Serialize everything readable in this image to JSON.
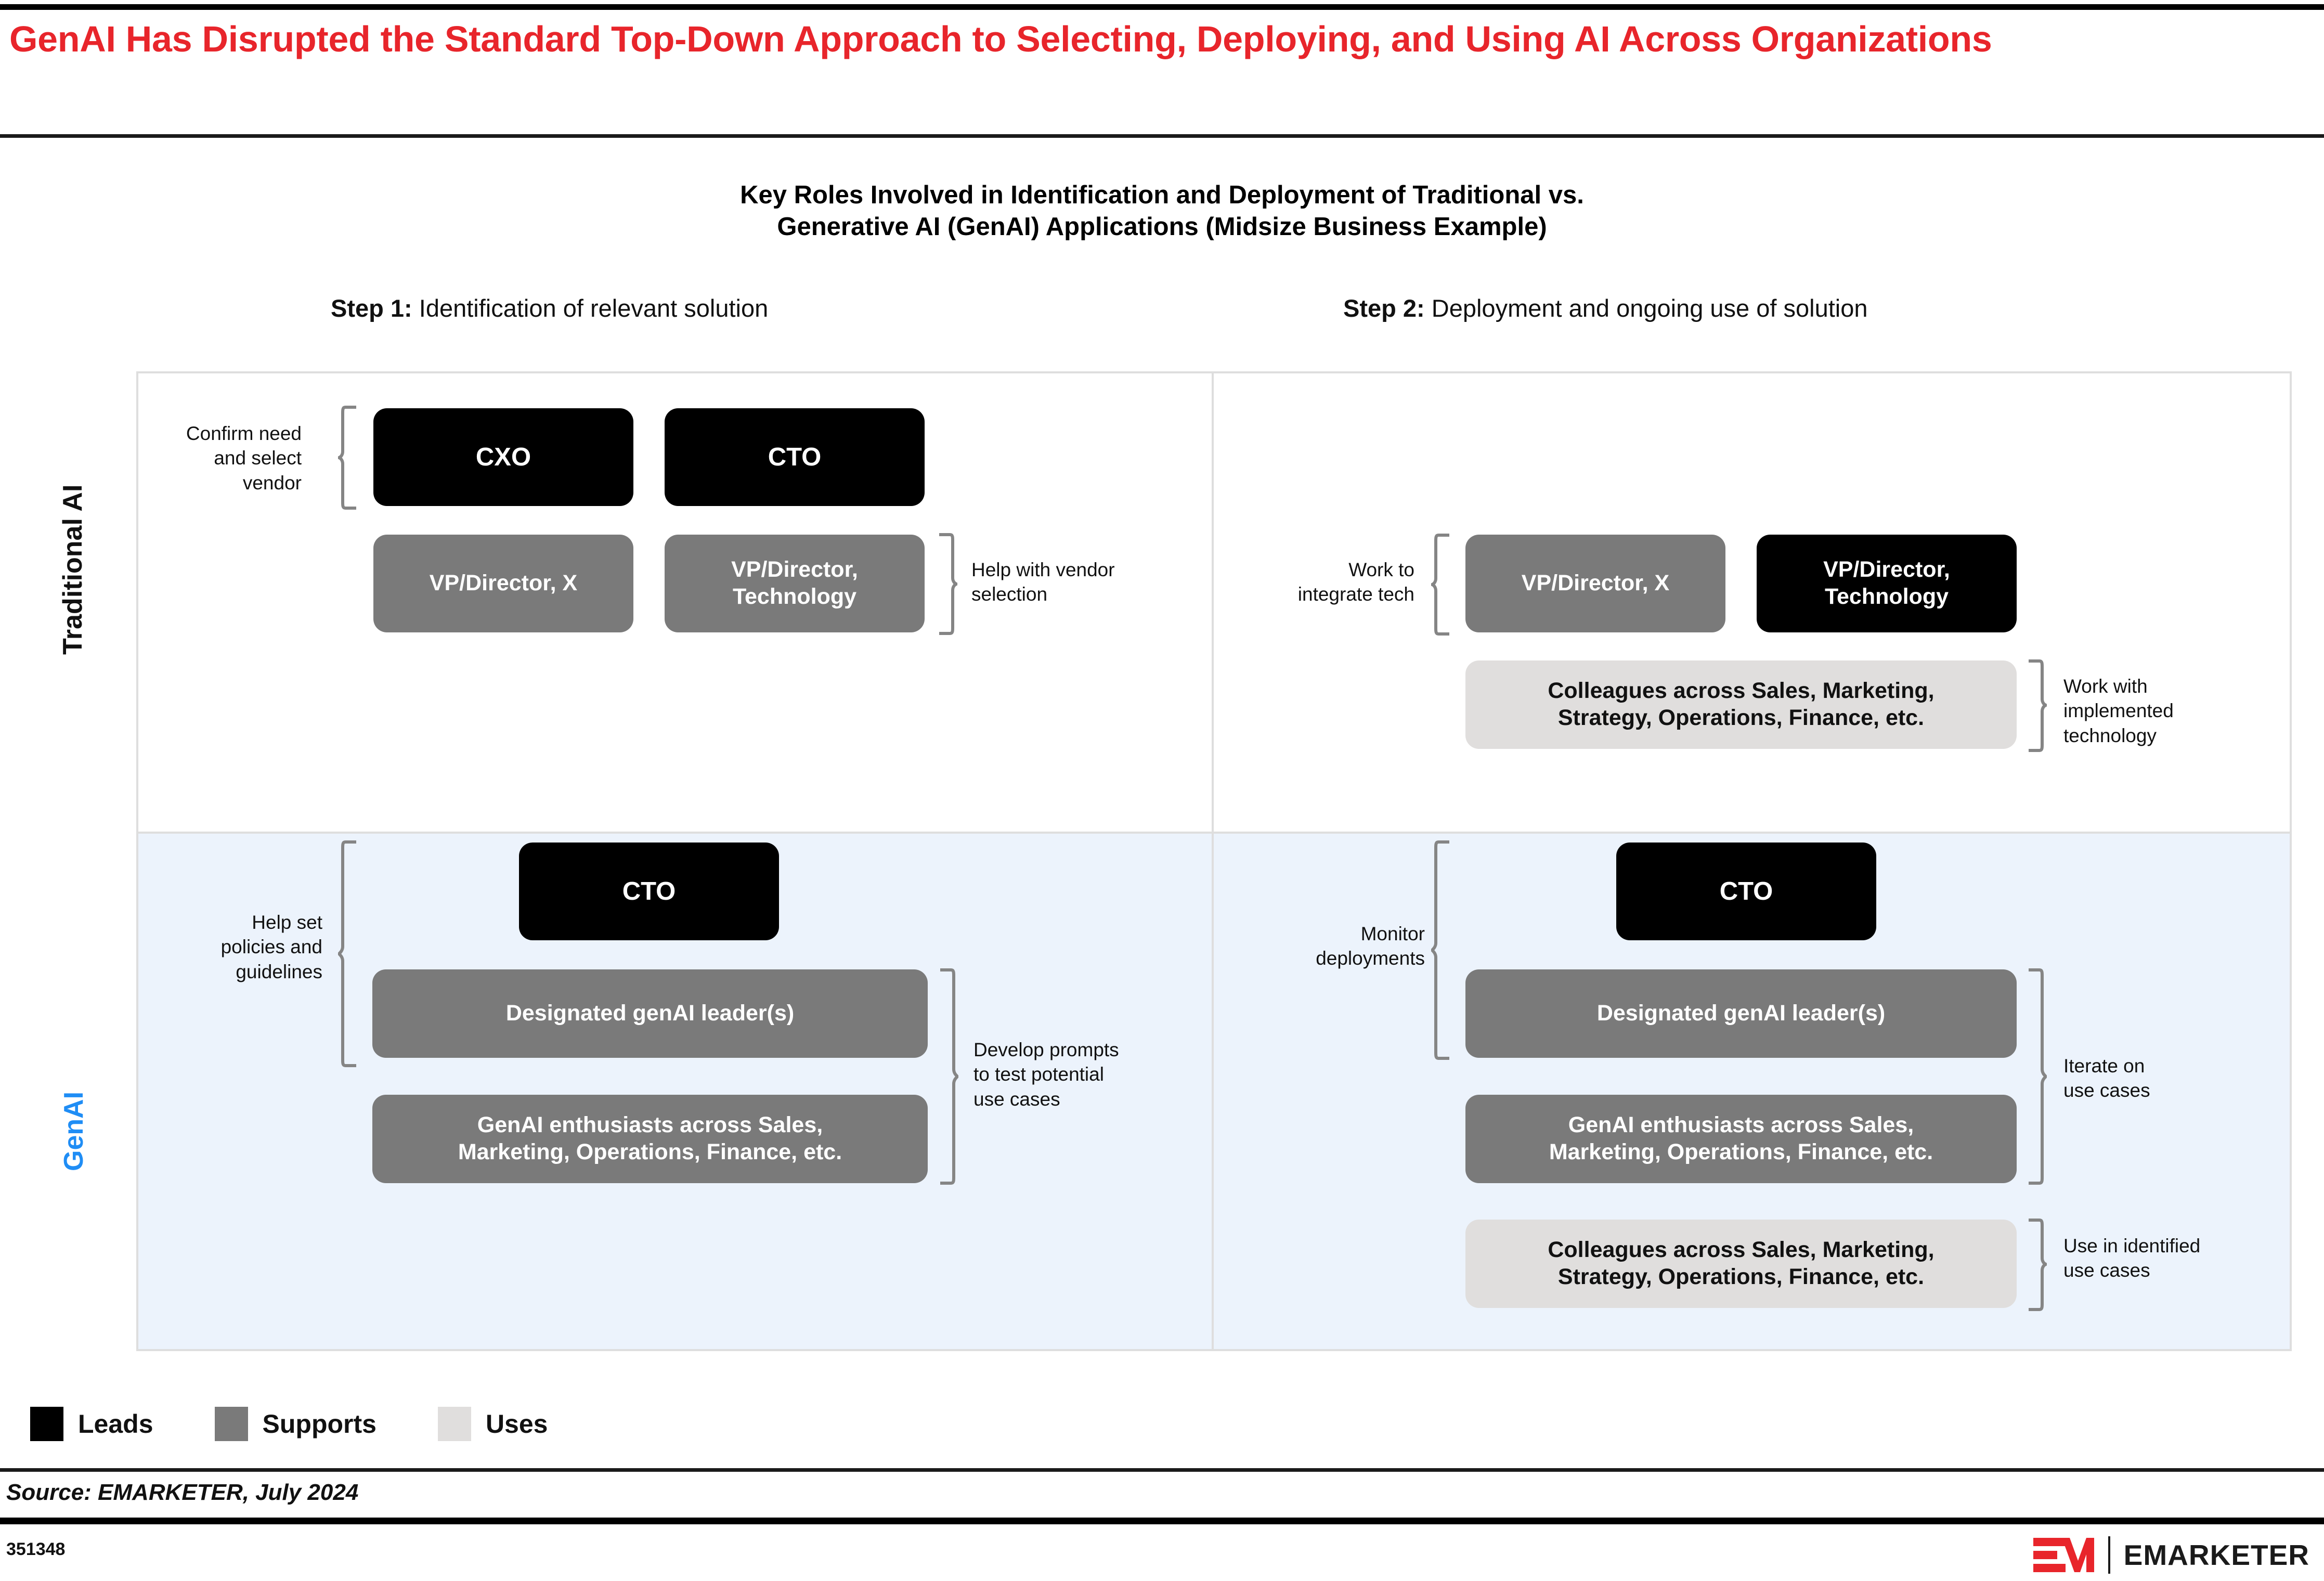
{
  "title": "GenAI Has Disrupted the Standard Top-Down Approach to Selecting, Deploying, and Using AI Across Organizations",
  "subtitle": {
    "line1": "Key Roles Involved in Identification and Deployment of Traditional vs.",
    "line2": "Generative AI (GenAI) Applications (Midsize Business Example)"
  },
  "steps": {
    "step1": {
      "label": "Step 1:",
      "text": " Identification of relevant solution"
    },
    "step2": {
      "label": "Step 2:",
      "text": " Deployment and ongoing use of solution"
    }
  },
  "row_labels": {
    "traditional": "Traditional AI",
    "genai": "GenAI"
  },
  "quadrants": {
    "traditional_step1": {
      "left_caption": "Confirm need\nand select\nvendor",
      "right_caption": "Help with vendor\nselection",
      "boxes": [
        {
          "label": "CXO",
          "role": "lead"
        },
        {
          "label": "CTO",
          "role": "lead"
        },
        {
          "label": "VP/Director, X",
          "role": "support"
        },
        {
          "label": "VP/Director,\nTechnology",
          "role": "support"
        }
      ]
    },
    "traditional_step2": {
      "left_caption": "Work to\nintegrate tech",
      "right_caption_1": "Work with\nimplemented\ntechnology",
      "boxes": [
        {
          "label": "VP/Director, X",
          "role": "support"
        },
        {
          "label": "VP/Director,\nTechnology",
          "role": "lead"
        },
        {
          "label": "Colleagues across Sales, Marketing,\nStrategy, Operations, Finance, etc.",
          "role": "uses"
        }
      ]
    },
    "genai_step1": {
      "left_caption": "Help set\npolicies and\nguidelines",
      "right_caption": "Develop prompts\nto test potential\nuse cases",
      "boxes": [
        {
          "label": "CTO",
          "role": "lead"
        },
        {
          "label": "Designated genAI leader(s)",
          "role": "support"
        },
        {
          "label": "GenAI enthusiasts across Sales,\nMarketing, Operations, Finance, etc.",
          "role": "support"
        }
      ]
    },
    "genai_step2": {
      "left_caption": "Monitor\ndeployments",
      "right_caption_1": "Iterate on\nuse cases",
      "right_caption_2": "Use in identified\nuse cases",
      "boxes": [
        {
          "label": "CTO",
          "role": "lead"
        },
        {
          "label": "Designated genAI leader(s)",
          "role": "support"
        },
        {
          "label": "GenAI enthusiasts across Sales,\nMarketing, Operations, Finance, etc.",
          "role": "support"
        },
        {
          "label": "Colleagues across Sales, Marketing,\nStrategy, Operations, Finance, etc.",
          "role": "uses"
        }
      ]
    }
  },
  "legend": [
    {
      "label": "Leads",
      "color": "#000000"
    },
    {
      "label": "Supports",
      "color": "#7a7a7a"
    },
    {
      "label": "Uses",
      "color": "#e0dedd"
    }
  ],
  "source": "Source: EMARKETER, July 2024",
  "chart_id": "351348",
  "brand": {
    "name": "EMARKETER",
    "red": "#e8252b",
    "accent_blue": "#1f8df5"
  }
}
